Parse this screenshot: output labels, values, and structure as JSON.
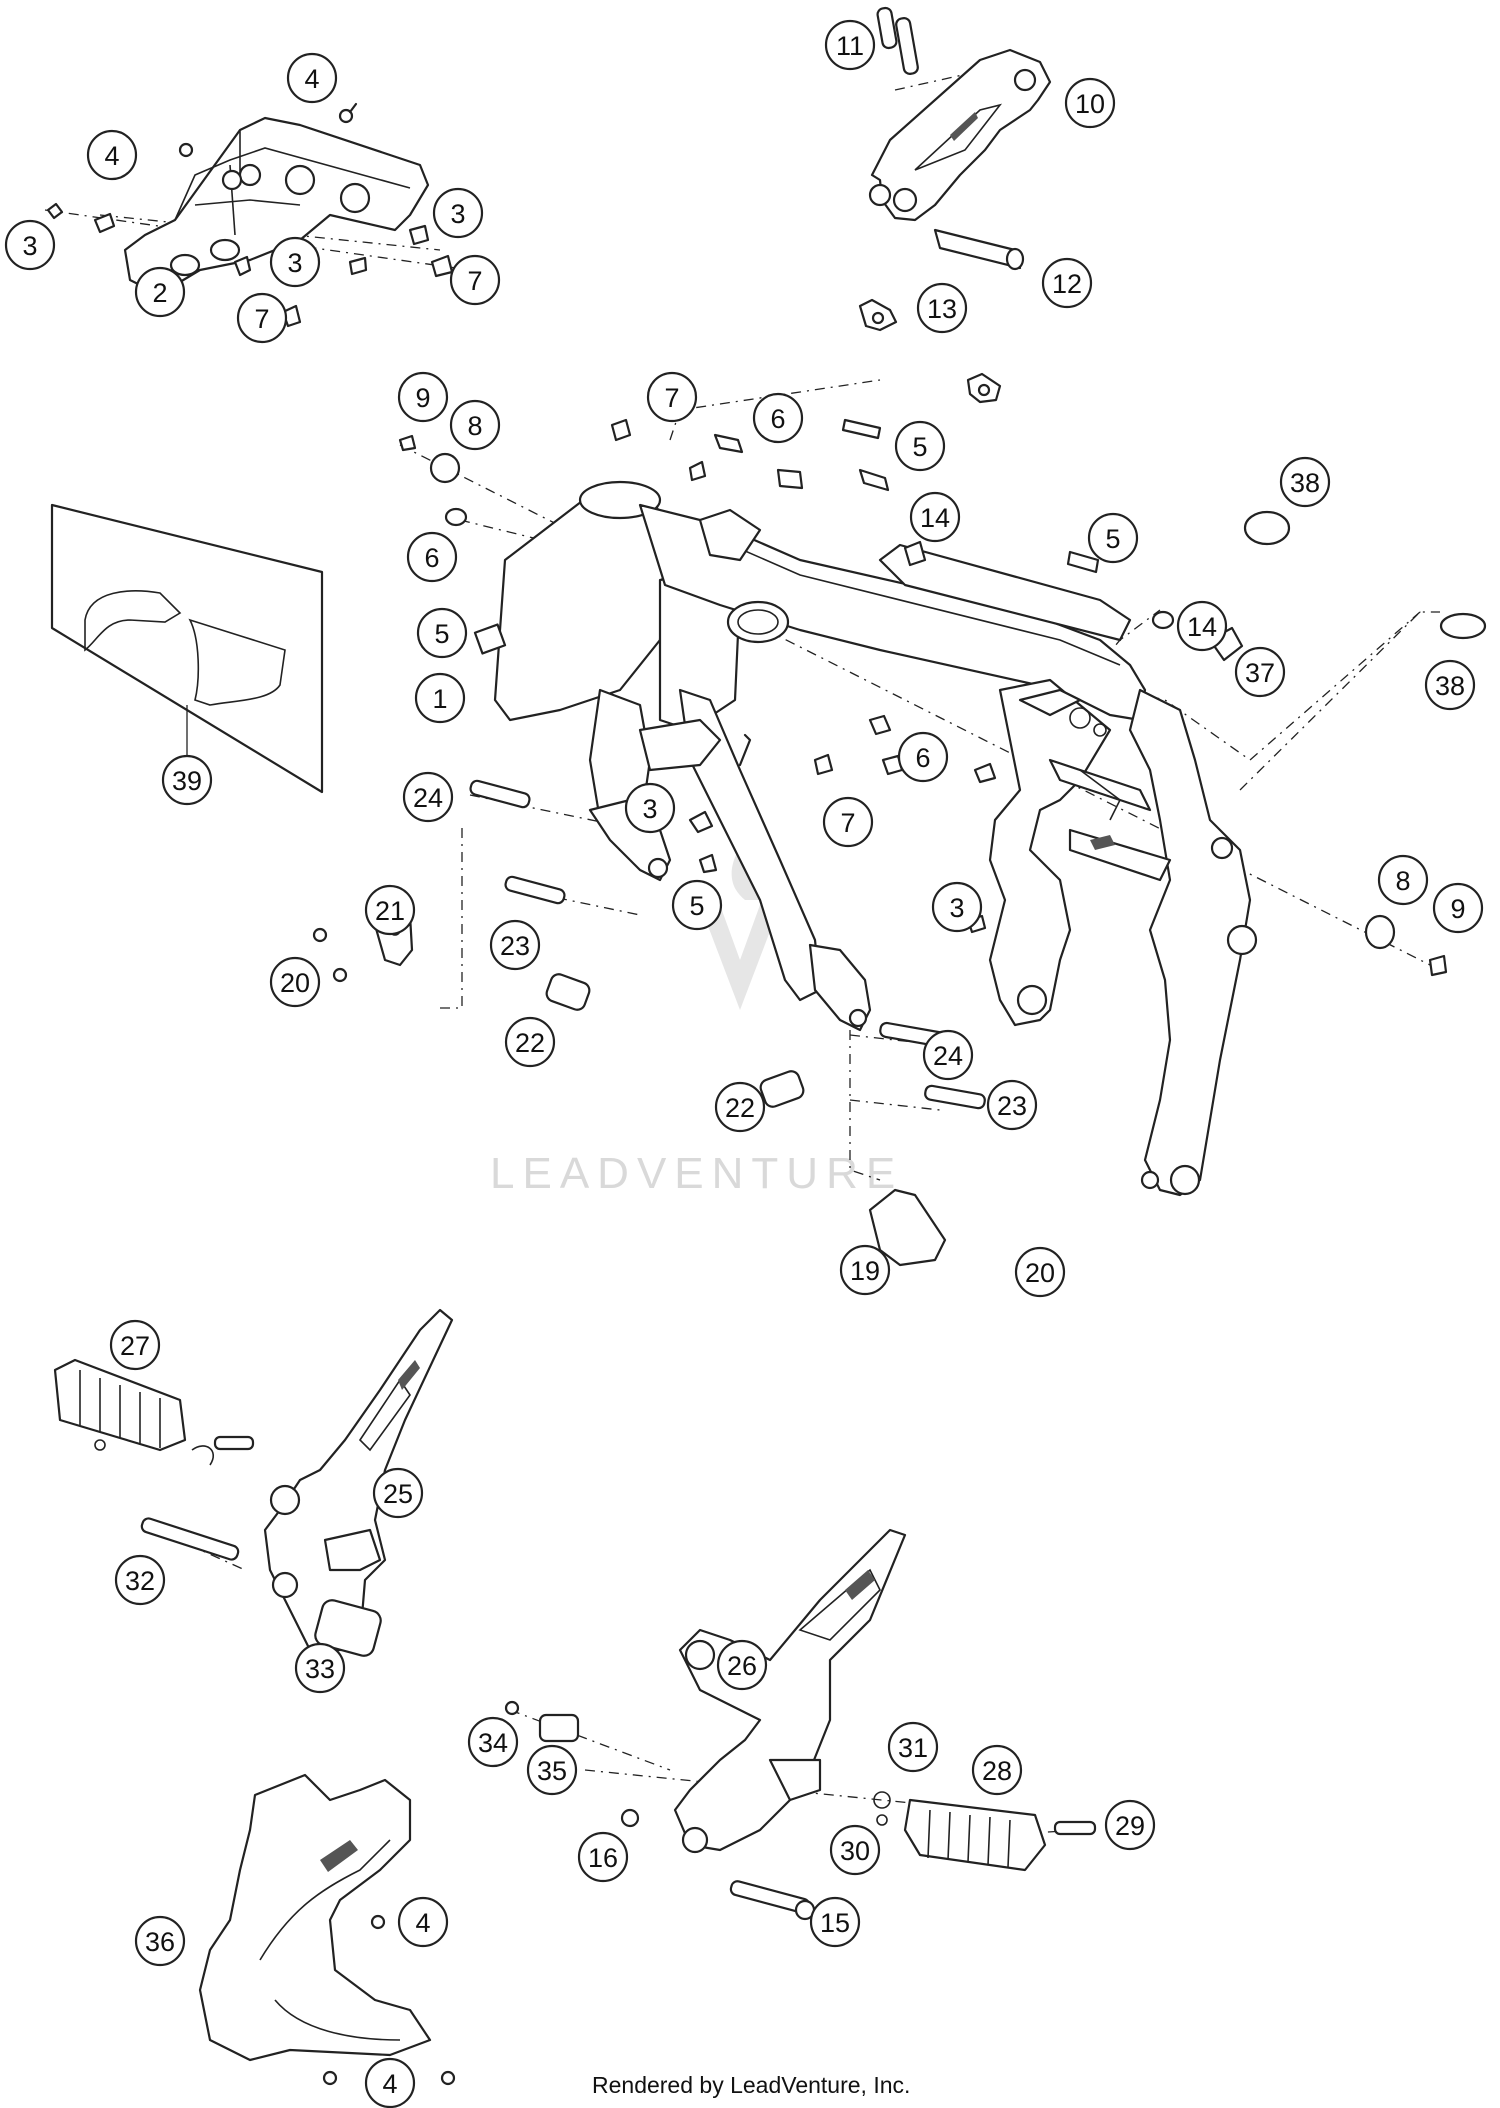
{
  "diagram": {
    "watermark_text": "LEADVENTURE",
    "footer_text": "Rendered by LeadVenture, Inc.",
    "callouts": [
      {
        "id": "c-4a",
        "label": "4"
      },
      {
        "id": "c-4b",
        "label": "4"
      },
      {
        "id": "c-3a",
        "label": "3"
      },
      {
        "id": "c-3b",
        "label": "3"
      },
      {
        "id": "c-3c",
        "label": "3"
      },
      {
        "id": "c-2",
        "label": "2"
      },
      {
        "id": "c-7a",
        "label": "7"
      },
      {
        "id": "c-7b",
        "label": "7"
      },
      {
        "id": "c-11",
        "label": "11"
      },
      {
        "id": "c-10",
        "label": "10"
      },
      {
        "id": "c-12",
        "label": "12"
      },
      {
        "id": "c-13",
        "label": "13"
      },
      {
        "id": "c-9a",
        "label": "9"
      },
      {
        "id": "c-8a",
        "label": "8"
      },
      {
        "id": "c-7c",
        "label": "7"
      },
      {
        "id": "c-6a",
        "label": "6"
      },
      {
        "id": "c-5a",
        "label": "5"
      },
      {
        "id": "c-14a",
        "label": "14"
      },
      {
        "id": "c-38a",
        "label": "38"
      },
      {
        "id": "c-6b",
        "label": "6"
      },
      {
        "id": "c-5b",
        "label": "5"
      },
      {
        "id": "c-14b",
        "label": "14"
      },
      {
        "id": "c-5c",
        "label": "5"
      },
      {
        "id": "c-37",
        "label": "37"
      },
      {
        "id": "c-38b",
        "label": "38"
      },
      {
        "id": "c-1",
        "label": "1"
      },
      {
        "id": "c-6c",
        "label": "6"
      },
      {
        "id": "c-39",
        "label": "39"
      },
      {
        "id": "c-24a",
        "label": "24"
      },
      {
        "id": "c-3d",
        "label": "3"
      },
      {
        "id": "c-7d",
        "label": "7"
      },
      {
        "id": "c-21",
        "label": "21"
      },
      {
        "id": "c-5d",
        "label": "5"
      },
      {
        "id": "c-3e",
        "label": "3"
      },
      {
        "id": "c-8b",
        "label": "8"
      },
      {
        "id": "c-9b",
        "label": "9"
      },
      {
        "id": "c-23a",
        "label": "23"
      },
      {
        "id": "c-20a",
        "label": "20"
      },
      {
        "id": "c-22a",
        "label": "22"
      },
      {
        "id": "c-24b",
        "label": "24"
      },
      {
        "id": "c-22b",
        "label": "22"
      },
      {
        "id": "c-23b",
        "label": "23"
      },
      {
        "id": "c-19",
        "label": "19"
      },
      {
        "id": "c-20b",
        "label": "20"
      },
      {
        "id": "c-27",
        "label": "27"
      },
      {
        "id": "c-25",
        "label": "25"
      },
      {
        "id": "c-32",
        "label": "32"
      },
      {
        "id": "c-33",
        "label": "33"
      },
      {
        "id": "c-26",
        "label": "26"
      },
      {
        "id": "c-34",
        "label": "34"
      },
      {
        "id": "c-35",
        "label": "35"
      },
      {
        "id": "c-31",
        "label": "31"
      },
      {
        "id": "c-28",
        "label": "28"
      },
      {
        "id": "c-29",
        "label": "29"
      },
      {
        "id": "c-16",
        "label": "16"
      },
      {
        "id": "c-30",
        "label": "30"
      },
      {
        "id": "c-36",
        "label": "36"
      },
      {
        "id": "c-4c",
        "label": "4"
      },
      {
        "id": "c-15",
        "label": "15"
      },
      {
        "id": "c-4d",
        "label": "4"
      }
    ]
  }
}
